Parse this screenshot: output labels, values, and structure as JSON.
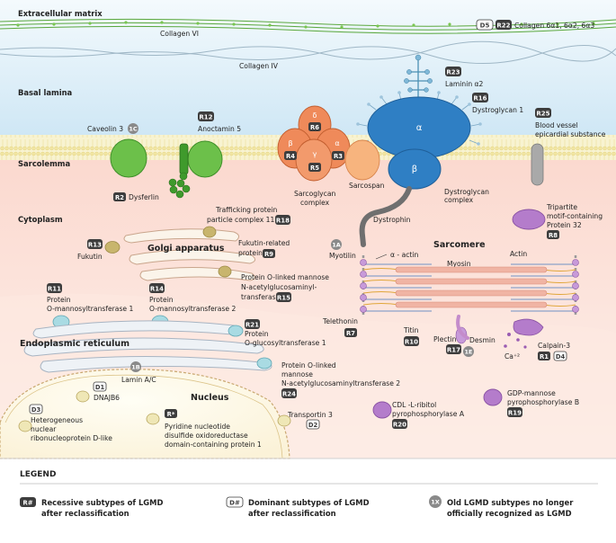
{
  "regions": {
    "extracellular": "Extracellular matrix",
    "basal_lamina": "Basal lamina",
    "sarcolemma": "Sarcolemma",
    "cytoplasm": "Cytoplasm",
    "golgi": "Golgi apparatus",
    "er": "Endoplasmic reticulum",
    "nucleus": "Nucleus",
    "sarcomere": "Sarcomere"
  },
  "proteins": {
    "collagen_vi": "Collagen VI",
    "collagen_6": "Collagen 6α1, 6α2, 6α3",
    "collagen_iv": "Collagen IV",
    "laminin": "Laminin α2",
    "dystroglycan1": "Dystroglycan 1",
    "bves_1": "Blood vessel",
    "bves_2": "epicardial substance",
    "caveolin": "Caveolin 3",
    "anoctamin": "Anoctamin 5",
    "sarcospan": "Sarcospan",
    "sg_complex_1": "Sarcoglycan",
    "sg_complex_2": "complex",
    "dg_complex_1": "Dystroglycan",
    "dg_complex_2": "complex",
    "dysferlin": "Dysferlin",
    "trappc_1": "Trafficking protein",
    "trappc_2": "particle complex 11",
    "dystrophin": "Dystrophin",
    "trim_1": "Tripartite",
    "trim_2": "motif-containing",
    "trim_3": "Protein 32",
    "fukutin": "Fukutin",
    "fkrp_1": "Fukutin-related",
    "fkrp_2": "protein",
    "pomgnt1_1": "Protein O-linked mannose",
    "pomgnt1_2": "N-acetylglucosaminyl-",
    "pomgnt1_3": "transferase 1",
    "pomt1_1": "Protein",
    "pomt1_2": "O-mannosyltransferase 1",
    "pomt2_1": "Protein",
    "pomt2_2": "O-mannosyltransferase 2",
    "poglut1_1": "Protein",
    "poglut1_2": "O-glucosyltransferase 1",
    "pomgnt2_1": "Protein O-linked",
    "pomgnt2_2": "mannose",
    "pomgnt2_3": "N-acetylglucosaminyltransferase 2",
    "myotilin": "Myotilin",
    "actin_alpha": "α - actin",
    "myosin": "Myosin",
    "actin": "Actin",
    "telethonin": "Telethonin",
    "titin": "Titin",
    "plectin": "Plectin",
    "desmin": "Desmin",
    "calpain": "Calpain-3",
    "ca": "Ca⁺²",
    "lamin": "Lamin A/C",
    "dnajb6": "DNAJB6",
    "hnrnp_1": "Heterogeneous",
    "hnrnp_2": "nuclear",
    "hnrnp_3": "ribonucleoprotein D-like",
    "pyroxd_1": "Pyridine nucleotide",
    "pyroxd_2": "disulfide oxidoreductase",
    "pyroxd_3": "domain-containing protein 1",
    "transportin": "Transportin 3",
    "cdl_1": "CDL -L-ribitol",
    "cdl_2": "pyrophosphorylase A",
    "gdp_1": "GDP-mannose",
    "gdp_2": "pyrophosphorylase B"
  },
  "subunits": {
    "alpha": "α",
    "beta": "β",
    "sg_delta": "δ",
    "sg_beta": "β",
    "sg_gamma": "γ",
    "sg_alpha": "α"
  },
  "badges": {
    "d5": "D5",
    "r22": "R22",
    "r23": "R23",
    "r16": "R16",
    "r25": "R25",
    "c1c": "1C",
    "r12": "R12",
    "r6": "R6",
    "r4": "R4",
    "r5": "R5",
    "r3": "R3",
    "r2": "R2",
    "r18": "R18",
    "r8": "R8",
    "r13": "R13",
    "r9": "R9",
    "r15": "R15",
    "r11": "R11",
    "r14": "R14",
    "r21": "R21",
    "c1a": "1A",
    "r7": "R7",
    "r10": "R10",
    "r17": "R17",
    "c1e": "1E",
    "r1": "R1",
    "d4": "D4",
    "c1b": "1B",
    "d1": "D1",
    "d3": "D3",
    "rstar": "R*",
    "r24": "R24",
    "d2": "D2",
    "r20": "R20",
    "r19": "R19"
  },
  "legend": {
    "title": "LEGEND",
    "recessive_badge": "R#",
    "recessive_1": "Recessive subtypes of LGMD",
    "recessive_2": "after reclassification",
    "dominant_badge": "D#",
    "dominant_1": "Dominant subtypes of LGMD",
    "dominant_2": "after reclassification",
    "old_badge": "1X",
    "old_1": "Old LGMD subtypes no longer",
    "old_2": "officially recognized as LGMD"
  },
  "colors": {
    "recessive": "#3d3d3d",
    "dominant": "#ffffff",
    "old": "#8a8a8a",
    "sarcolemma": "#efe49a",
    "cytoplasm": "#fbe4dc",
    "extracellular": "#e8f4fb",
    "sarcoglycan": "#ef8a5a",
    "dystroglycan": "#2f7fc4",
    "caveolin": "#6cc04a"
  }
}
